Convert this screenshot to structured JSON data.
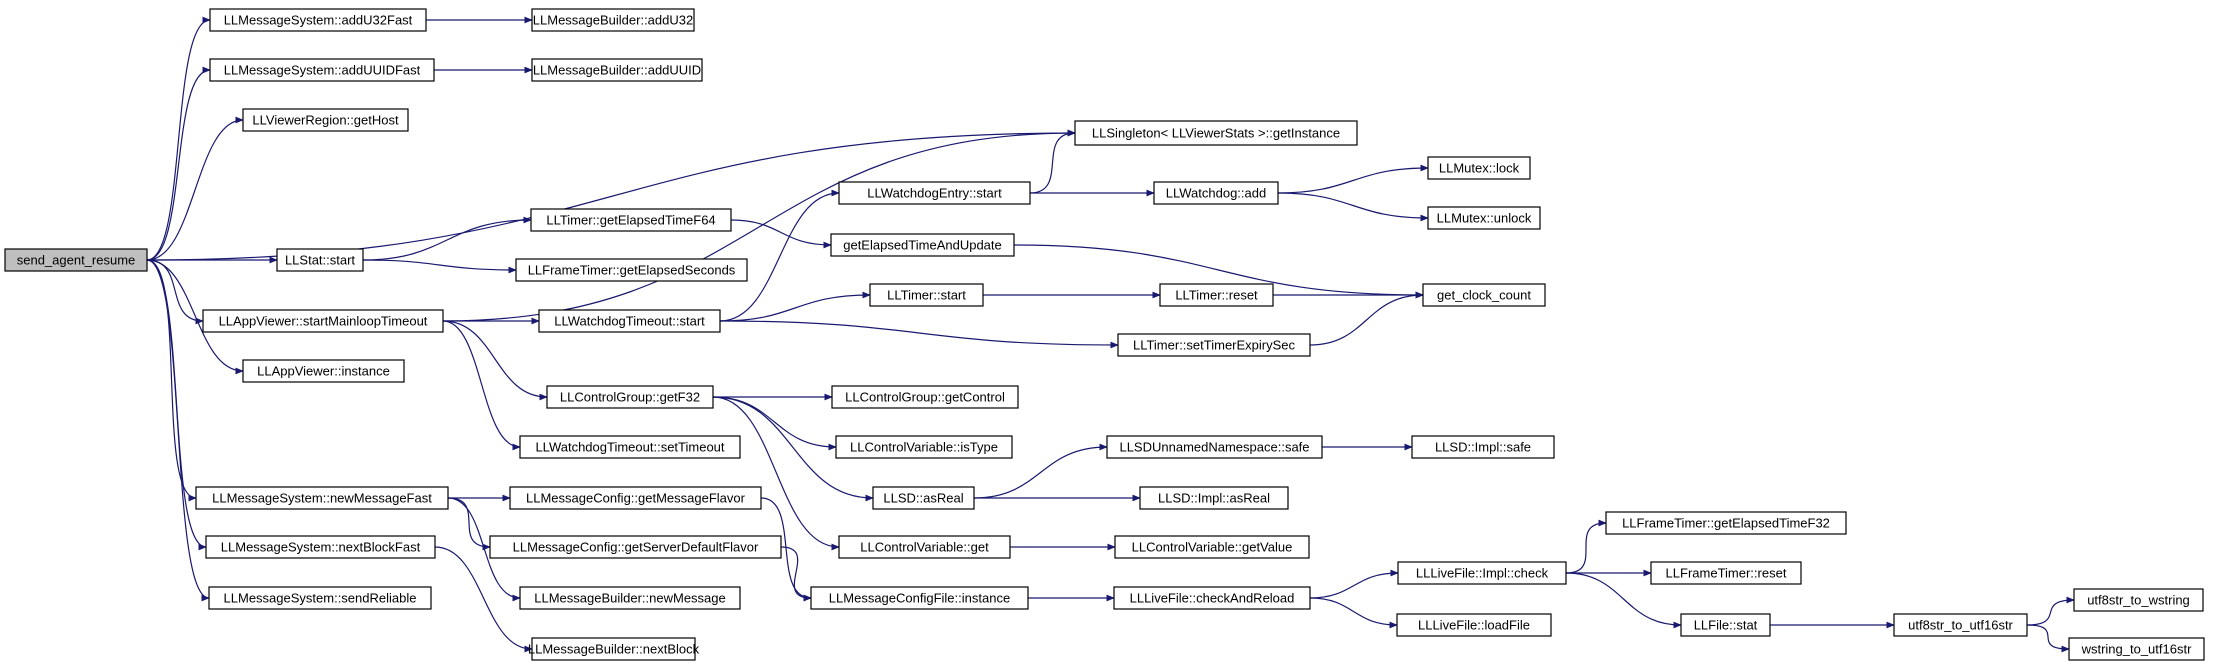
{
  "colors": {
    "edge": "#191970",
    "node_fill": "#ffffff",
    "root_fill": "#bfbfbf",
    "border": "#000000"
  },
  "root": "send_agent_resume",
  "nodes": [
    {
      "id": "send_agent_resume",
      "label": "send_agent_resume"
    },
    {
      "id": "ms_addU32Fast",
      "label": "LLMessageSystem::addU32Fast"
    },
    {
      "id": "mb_addU32",
      "label": "LLMessageBuilder::addU32"
    },
    {
      "id": "ms_addUUIDFast",
      "label": "LLMessageSystem::addUUIDFast"
    },
    {
      "id": "mb_addUUID",
      "label": "LLMessageBuilder::addUUID"
    },
    {
      "id": "vr_getHost",
      "label": "LLViewerRegion::getHost"
    },
    {
      "id": "singleton_getInstance",
      "label": "LLSingleton< LLViewerStats >::getInstance"
    },
    {
      "id": "wde_start",
      "label": "LLWatchdogEntry::start"
    },
    {
      "id": "wd_add",
      "label": "LLWatchdog::add"
    },
    {
      "id": "mutex_lock",
      "label": "LLMutex::lock"
    },
    {
      "id": "mutex_unlock",
      "label": "LLMutex::unlock"
    },
    {
      "id": "timer_getElapsedTimeF64",
      "label": "LLTimer::getElapsedTimeF64"
    },
    {
      "id": "getElapsedTimeAndUpdate",
      "label": "getElapsedTimeAndUpdate"
    },
    {
      "id": "stat_start",
      "label": "LLStat::start"
    },
    {
      "id": "ft_getElapsedSeconds",
      "label": "LLFrameTimer::getElapsedSeconds"
    },
    {
      "id": "timer_start",
      "label": "LLTimer::start"
    },
    {
      "id": "timer_reset",
      "label": "LLTimer::reset"
    },
    {
      "id": "get_clock_count",
      "label": "get_clock_count"
    },
    {
      "id": "av_startMainloopTimeout",
      "label": "LLAppViewer::startMainloopTimeout"
    },
    {
      "id": "wdt_start",
      "label": "LLWatchdogTimeout::start"
    },
    {
      "id": "timer_setTimerExpirySec",
      "label": "LLTimer::setTimerExpirySec"
    },
    {
      "id": "av_instance",
      "label": "LLAppViewer::instance"
    },
    {
      "id": "cg_getF32",
      "label": "LLControlGroup::getF32"
    },
    {
      "id": "cg_getControl",
      "label": "LLControlGroup::getControl"
    },
    {
      "id": "cv_isType",
      "label": "LLControlVariable::isType"
    },
    {
      "id": "wdt_setTimeout",
      "label": "LLWatchdogTimeout::setTimeout"
    },
    {
      "id": "sdun_safe",
      "label": "LLSDUnnamedNamespace::safe"
    },
    {
      "id": "sdimpl_safe",
      "label": "LLSD::Impl::safe"
    },
    {
      "id": "ms_newMessageFast",
      "label": "LLMessageSystem::newMessageFast"
    },
    {
      "id": "mc_getMessageFlavor",
      "label": "LLMessageConfig::getMessageFlavor"
    },
    {
      "id": "sd_asReal",
      "label": "LLSD::asReal"
    },
    {
      "id": "sdimpl_asReal",
      "label": "LLSD::Impl::asReal"
    },
    {
      "id": "ms_nextBlockFast",
      "label": "LLMessageSystem::nextBlockFast"
    },
    {
      "id": "mc_getServerDefaultFlavor",
      "label": "LLMessageConfig::getServerDefaultFlavor"
    },
    {
      "id": "cv_get",
      "label": "LLControlVariable::get"
    },
    {
      "id": "cv_getValue",
      "label": "LLControlVariable::getValue"
    },
    {
      "id": "ft_getElapsedTimeF32",
      "label": "LLFrameTimer::getElapsedTimeF32"
    },
    {
      "id": "lfimpl_check",
      "label": "LLLiveFile::Impl::check"
    },
    {
      "id": "ft_reset",
      "label": "LLFrameTimer::reset"
    },
    {
      "id": "ms_sendReliable",
      "label": "LLMessageSystem::sendReliable"
    },
    {
      "id": "mb_newMessage",
      "label": "LLMessageBuilder::newMessage"
    },
    {
      "id": "mcf_instance",
      "label": "LLMessageConfigFile::instance"
    },
    {
      "id": "lf_checkAndReload",
      "label": "LLLiveFile::checkAndReload"
    },
    {
      "id": "file_stat",
      "label": "LLFile::stat"
    },
    {
      "id": "utf8str_to_utf16str",
      "label": "utf8str_to_utf16str"
    },
    {
      "id": "utf8str_to_wstring",
      "label": "utf8str_to_wstring"
    },
    {
      "id": "lf_loadFile",
      "label": "LLLiveFile::loadFile"
    },
    {
      "id": "mb_nextBlock",
      "label": "LLMessageBuilder::nextBlock"
    },
    {
      "id": "wstring_to_utf16str",
      "label": "wstring_to_utf16str"
    }
  ],
  "edges": [
    [
      "send_agent_resume",
      "ms_addU32Fast"
    ],
    [
      "send_agent_resume",
      "ms_addUUIDFast"
    ],
    [
      "send_agent_resume",
      "vr_getHost"
    ],
    [
      "send_agent_resume",
      "singleton_getInstance"
    ],
    [
      "send_agent_resume",
      "stat_start"
    ],
    [
      "send_agent_resume",
      "av_startMainloopTimeout"
    ],
    [
      "send_agent_resume",
      "av_instance"
    ],
    [
      "send_agent_resume",
      "ms_newMessageFast"
    ],
    [
      "send_agent_resume",
      "ms_nextBlockFast"
    ],
    [
      "send_agent_resume",
      "ms_sendReliable"
    ],
    [
      "ms_addU32Fast",
      "mb_addU32"
    ],
    [
      "ms_addUUIDFast",
      "mb_addUUID"
    ],
    [
      "stat_start",
      "timer_getElapsedTimeF64"
    ],
    [
      "stat_start",
      "ft_getElapsedSeconds"
    ],
    [
      "timer_getElapsedTimeF64",
      "getElapsedTimeAndUpdate"
    ],
    [
      "getElapsedTimeAndUpdate",
      "get_clock_count"
    ],
    [
      "av_startMainloopTimeout",
      "singleton_getInstance"
    ],
    [
      "av_startMainloopTimeout",
      "wdt_start"
    ],
    [
      "av_startMainloopTimeout",
      "cg_getF32"
    ],
    [
      "av_startMainloopTimeout",
      "wdt_setTimeout"
    ],
    [
      "wdt_start",
      "wde_start"
    ],
    [
      "wdt_start",
      "timer_start"
    ],
    [
      "wdt_start",
      "timer_setTimerExpirySec"
    ],
    [
      "wde_start",
      "singleton_getInstance"
    ],
    [
      "wde_start",
      "wd_add"
    ],
    [
      "wd_add",
      "mutex_lock"
    ],
    [
      "wd_add",
      "mutex_unlock"
    ],
    [
      "timer_start",
      "timer_reset"
    ],
    [
      "timer_reset",
      "get_clock_count"
    ],
    [
      "timer_setTimerExpirySec",
      "get_clock_count"
    ],
    [
      "cg_getF32",
      "cg_getControl"
    ],
    [
      "cg_getF32",
      "cv_isType"
    ],
    [
      "cg_getF32",
      "sd_asReal"
    ],
    [
      "cg_getF32",
      "cv_get"
    ],
    [
      "sd_asReal",
      "sdun_safe"
    ],
    [
      "sd_asReal",
      "sdimpl_asReal"
    ],
    [
      "sdun_safe",
      "sdimpl_safe"
    ],
    [
      "cv_get",
      "cv_getValue"
    ],
    [
      "ms_newMessageFast",
      "mc_getMessageFlavor"
    ],
    [
      "ms_newMessageFast",
      "mc_getServerDefaultFlavor"
    ],
    [
      "ms_newMessageFast",
      "mb_newMessage"
    ],
    [
      "mc_getMessageFlavor",
      "mcf_instance"
    ],
    [
      "mc_getServerDefaultFlavor",
      "mcf_instance"
    ],
    [
      "mcf_instance",
      "lf_checkAndReload"
    ],
    [
      "lf_checkAndReload",
      "lfimpl_check"
    ],
    [
      "lf_checkAndReload",
      "lf_loadFile"
    ],
    [
      "lfimpl_check",
      "ft_getElapsedTimeF32"
    ],
    [
      "lfimpl_check",
      "ft_reset"
    ],
    [
      "lfimpl_check",
      "file_stat"
    ],
    [
      "file_stat",
      "utf8str_to_utf16str"
    ],
    [
      "utf8str_to_utf16str",
      "utf8str_to_wstring"
    ],
    [
      "utf8str_to_utf16str",
      "wstring_to_utf16str"
    ],
    [
      "ms_nextBlockFast",
      "mb_nextBlock"
    ]
  ]
}
